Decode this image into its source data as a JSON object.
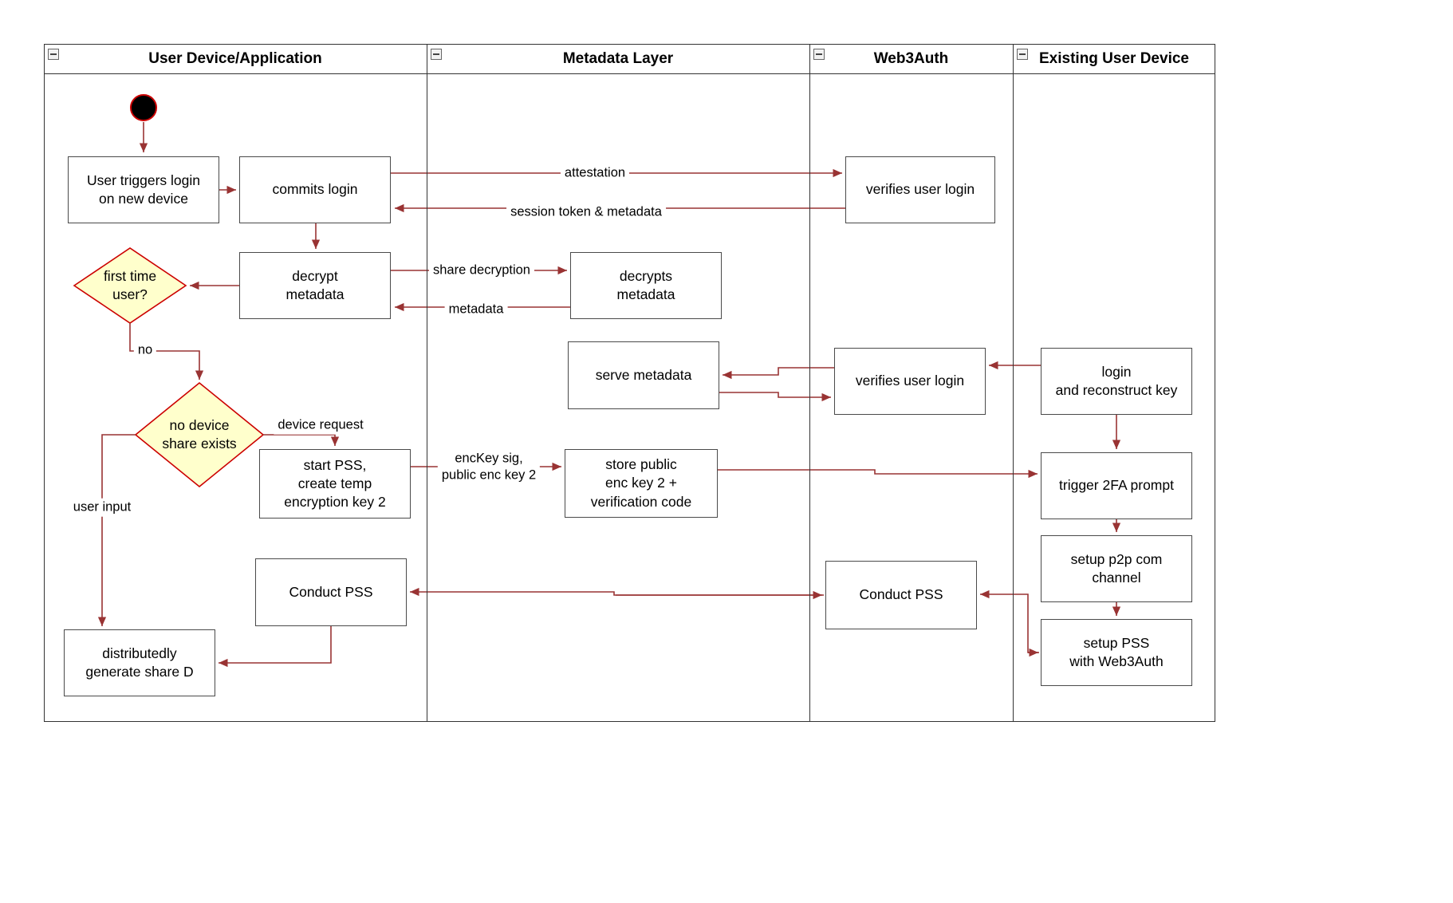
{
  "diagram": {
    "lanes": [
      {
        "title": "User Device/Application"
      },
      {
        "title": "Metadata Layer"
      },
      {
        "title": "Web3Auth"
      },
      {
        "title": "Existing User Device"
      }
    ],
    "nodes": {
      "user_triggers_login": {
        "label": "User triggers login\non new device"
      },
      "commits_login": {
        "label": "commits login"
      },
      "decrypt_metadata": {
        "label": "decrypt\nmetadata"
      },
      "first_time_user": {
        "label": "first time\nuser?"
      },
      "no_device_share": {
        "label": "no device\nshare exists"
      },
      "start_pss": {
        "label": "start PSS,\ncreate temp\nencryption key 2"
      },
      "conduct_pss_user": {
        "label": "Conduct PSS"
      },
      "generate_share_d": {
        "label": "distributedly\ngenerate share D"
      },
      "decrypts_metadata": {
        "label": "decrypts\nmetadata"
      },
      "serve_metadata": {
        "label": "serve metadata"
      },
      "store_public_enc_key": {
        "label": "store public\nenc key 2 +\nverification code"
      },
      "verifies_user_login_top": {
        "label": "verifies user login"
      },
      "verifies_user_login_mid": {
        "label": "verifies user login"
      },
      "conduct_pss_web3auth": {
        "label": "Conduct PSS"
      },
      "login_reconstruct_key": {
        "label": "login\nand reconstruct key"
      },
      "trigger_2fa": {
        "label": "trigger 2FA prompt"
      },
      "setup_p2p": {
        "label": "setup p2p com\nchannel"
      },
      "setup_pss": {
        "label": "setup PSS\nwith Web3Auth"
      }
    },
    "edge_labels": {
      "attestation": "attestation",
      "session_token": "session token & metadata",
      "share_decryption": "share decryption",
      "metadata": "metadata",
      "no": "no",
      "device_request": "device request",
      "user_input": "user input",
      "enckey_sig": "encKey sig,\npublic enc key 2"
    },
    "colors": {
      "arrow": "#993333",
      "decision_fill": "#ffffcc",
      "decision_border": "#cc0000",
      "node_border": "#4a4a4a",
      "frame_border": "#333333"
    }
  }
}
